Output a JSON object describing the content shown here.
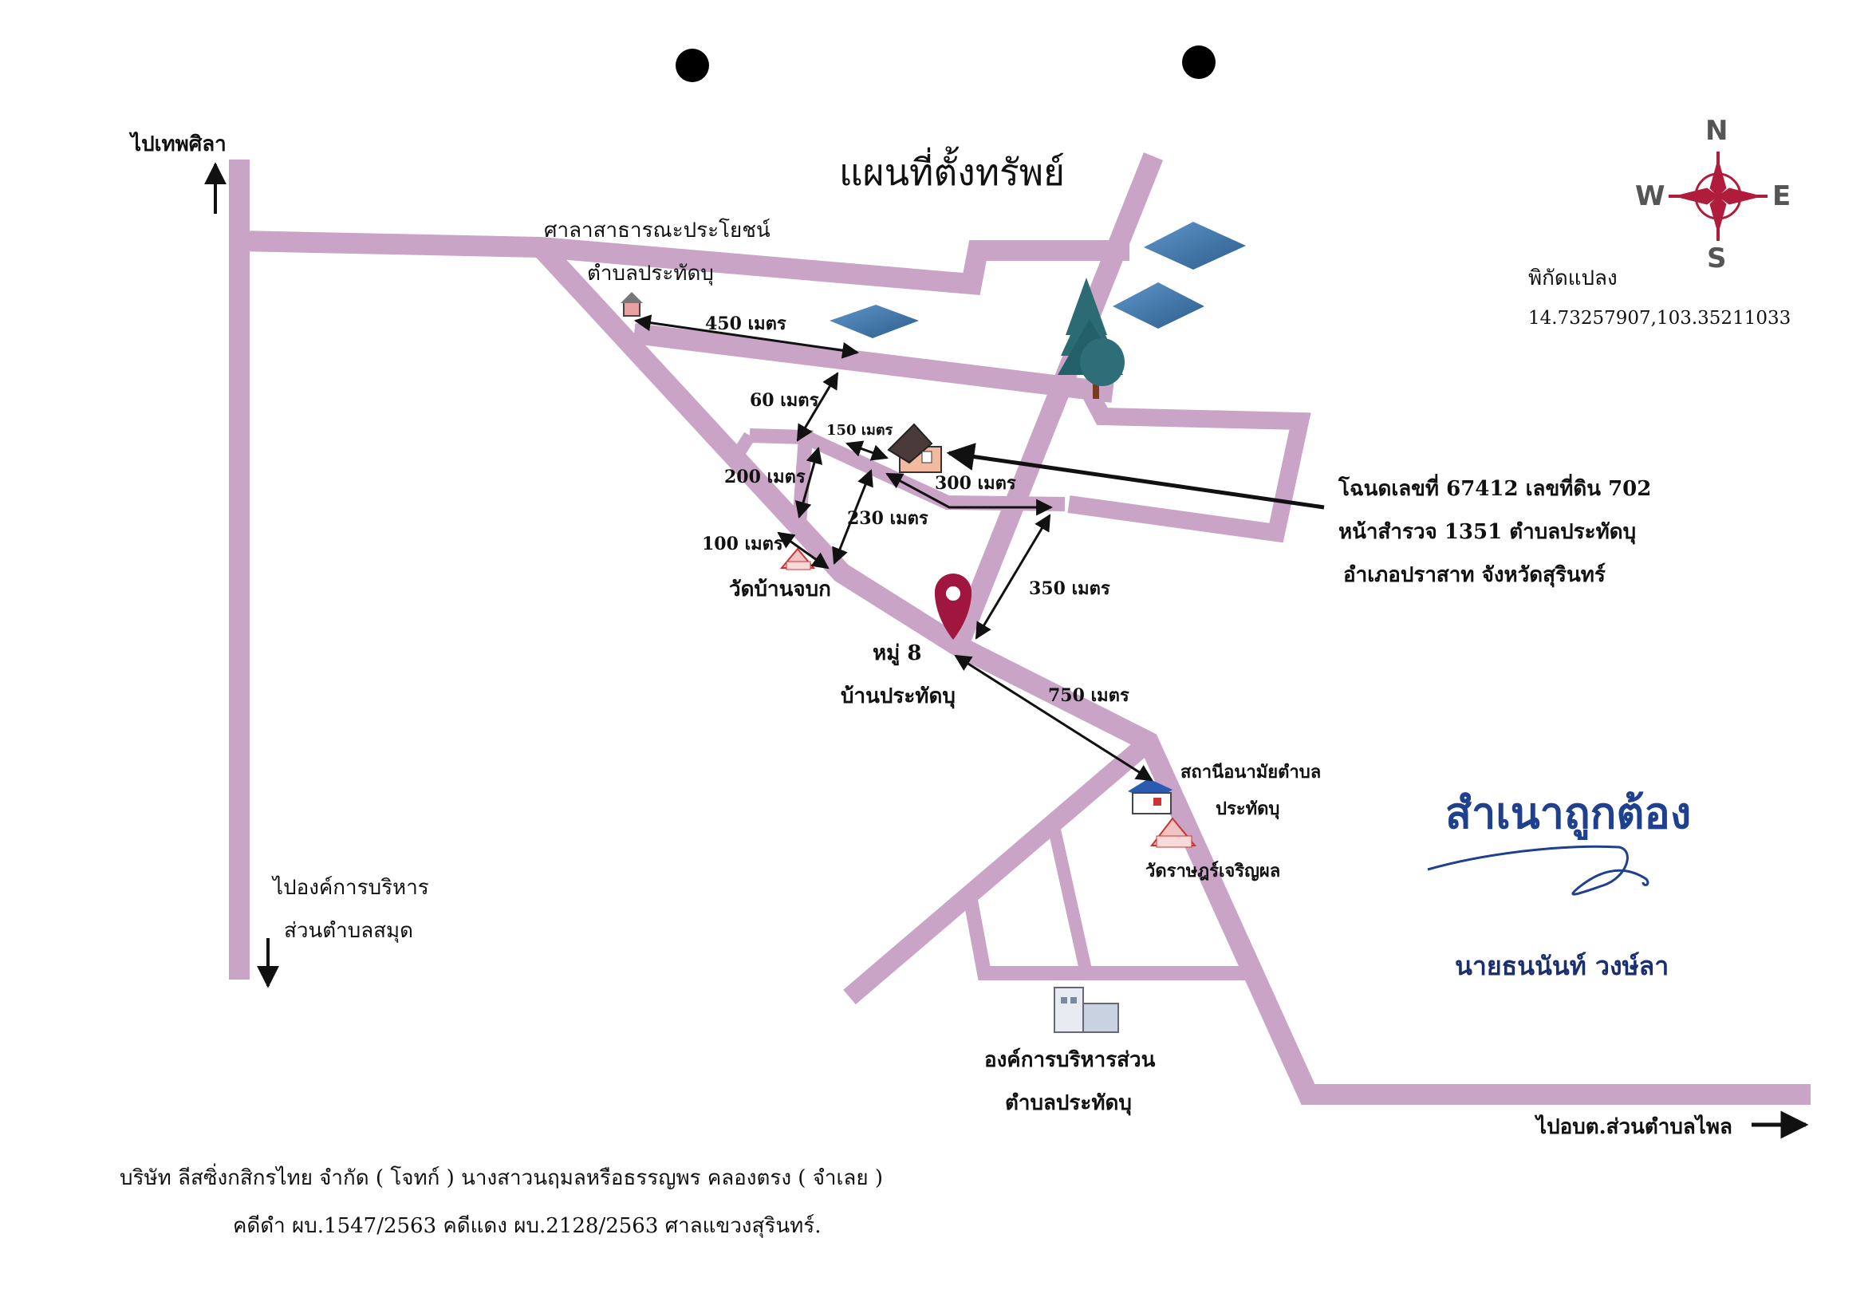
{
  "map": {
    "title": "แผนที่ตั้งทรัพย์",
    "compass": {
      "n": "N",
      "s": "S",
      "e": "E",
      "w": "W"
    },
    "coords": {
      "label": "พิกัดแปลง",
      "value": "14.73257907,103.35211033"
    },
    "directions": {
      "to_thepsila": "ไปเทพศิลา",
      "to_samut_1": "ไปองค์การบริหาร",
      "to_samut_2": "ส่วนตำบลสมุด",
      "to_phai": "ไปอบต.ส่วนตำบลไพล"
    },
    "places": {
      "sala_1": "ศาลาสาธารณะประโยชน์",
      "sala_2": "ตำบลประทัดบุ",
      "wat_ban_chob": "วัดบ้านจบก",
      "village_1": "หมู่ 8",
      "village_2": "บ้านประทัดบุ",
      "health_1": "สถานีอนามัยตำบล",
      "health_2": "ประทัดบุ",
      "wat_rat": "วัดราษฎร์เจริญผล",
      "sao_1": "องค์การบริหารส่วน",
      "sao_2": "ตำบลประทัดบุ"
    },
    "distances": {
      "d450": "450 เมตร",
      "d60": "60 เมตร",
      "d150": "150 เมตร",
      "d200": "200 เมตร",
      "d300": "300 เมตร",
      "d230": "230 เมตร",
      "d100": "100 เมตร",
      "d350": "350 เมตร",
      "d750": "750 เมตร"
    },
    "deed": {
      "line1": "โฉนดเลขที่ 67412 เลขที่ดิน 702",
      "line2": "หน้าสำรวจ 1351 ตำบลประทัดบุ",
      "line3": "อำเภอปราสาท จังหวัดสุรินทร์"
    },
    "certification": {
      "stamp": "สำเนาถูกต้อง",
      "name": "นายธนนันท์ วงษ์ลา"
    },
    "footer": {
      "line1": "บริษัท ลีสซิ่งกสิกรไทย จำกัด ( โจทก์ ) นางสาวนฤมลหรือธรรญพร คลองตรง ( จำเลย )",
      "line2": "คดีดำ ผบ.1547/2563 คดีแดง ผบ.2128/2563 ศาลแขวงสุรินทร์."
    },
    "colors": {
      "road": "#c9a4c6",
      "pin": "#a0163f",
      "compass": "#b01c3c",
      "stamp": "#1f3f8f",
      "pond": "#3f73a8"
    }
  }
}
